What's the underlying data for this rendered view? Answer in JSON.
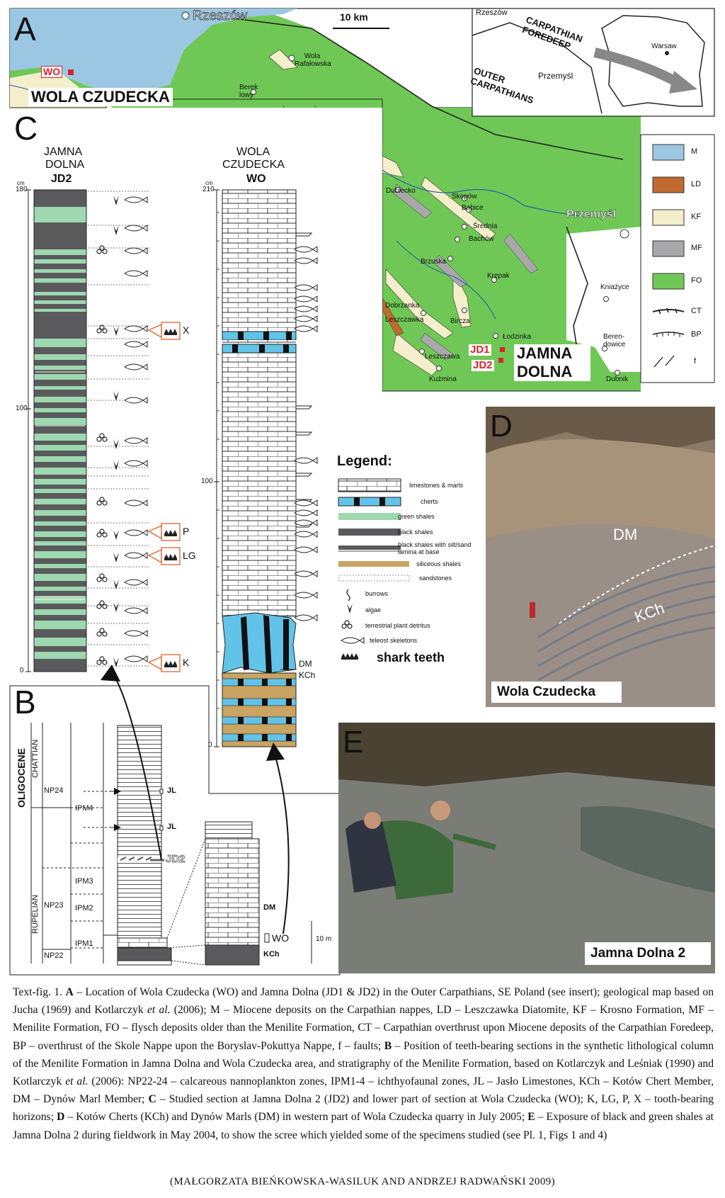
{
  "panels": {
    "a": "A",
    "b": "B",
    "c": "C",
    "d": "D",
    "e": "E"
  },
  "map": {
    "places": {
      "rzeszow": "Rzeszów",
      "wola_rafalowska": "Wola Rafałowska",
      "bereklowy": "Berek lowy",
      "dubiecko": "Dubiecko",
      "skopow": "Skopów",
      "babice": "Babice",
      "srednia": "Średnia",
      "bachow": "Bachów",
      "brzuska": "Brzuska",
      "krepak": "Krępak",
      "dobrzanka": "Dobrzanka",
      "leszczawka_top": "Leszczawka",
      "bircza": "Bircza",
      "lodzinka": "Łodzinka",
      "leszczawa": "Leszczawa",
      "kuzmina": "Kuźmina",
      "kniazyce": "Kniażyce",
      "berendowice": "Beren-dowice",
      "dubnik": "Dubnik",
      "przemysl": "Przemyśl"
    },
    "wo_tag": "WO",
    "wola_czudecka": "WOLA CZUDECKA",
    "jd1_tag": "JD1",
    "jd2_tag": "JD2",
    "jamna_dolna": "JAMNA DOLNA",
    "scale": "10 km",
    "colors": {
      "M": "#9cc7e2",
      "LD": "#c06a30",
      "KF": "#f4eecb",
      "MF": "#a8a8aa",
      "FO": "#6fc855"
    }
  },
  "insert": {
    "rzeszow": "Rzeszów",
    "foredeep": "CARPATHIAN FOREDEEP",
    "outer": "OUTER CARPATHIANS",
    "przemysl": "Przemyśl",
    "warsaw": "Warsaw"
  },
  "map_legend": [
    {
      "code": "M"
    },
    {
      "code": "LD"
    },
    {
      "code": "KF"
    },
    {
      "code": "MF"
    },
    {
      "code": "FO"
    },
    {
      "code": "CT"
    },
    {
      "code": "BP"
    },
    {
      "code": "f"
    }
  ],
  "jd2": {
    "title1": "JAMNA",
    "title2": "DOLNA",
    "title3": "JD2",
    "unit": "cm",
    "t180": "180",
    "t100": "100",
    "t0": "0",
    "horizons": [
      "X",
      "P",
      "LG",
      "K"
    ]
  },
  "wo": {
    "title1": "WOLA",
    "title2": "CZUDECKA",
    "title3": "WO",
    "unit": "cm",
    "t210": "210",
    "t100": "100",
    "t0": "0",
    "dm": "DM",
    "kch": "KCh"
  },
  "lith_legend": {
    "title": "Legend:",
    "items": [
      "limestones & marls",
      "cherts",
      "green shales",
      "black shales",
      "black shales with silt/sand lamina at base",
      "siliceous shales",
      "sandstones",
      "burrows",
      "algae",
      "terrestrial plant detritus",
      "teleost skeletons",
      "shark teeth"
    ]
  },
  "strat": {
    "oligocene": "OLIGOCENE",
    "chattian": "CHATTIAN",
    "rupelian": "RUPELIAN",
    "np24": "NP24",
    "np23": "NP23",
    "np22": "NP22",
    "ipm4": "IPM4",
    "ipm3": "IPM3",
    "ipm2": "IPM2",
    "ipm1": "IPM1",
    "jl": "JL",
    "jd2": "JD2",
    "dm": "DM",
    "wo": "WO",
    "kch": "KCh",
    "scale": "10 m"
  },
  "photos": {
    "d_caption": "Wola Czudecka",
    "d_dm": "DM",
    "d_kch": "KCh",
    "e_caption": "Jamna Dolna 2"
  },
  "caption": {
    "p1": "Text-fig. 1. ",
    "a": "A",
    "p2": " – Location of Wola Czudecka (WO) and Jamna Dolna (JD1 & JD2) in the Outer Carpathians, SE Poland (see insert); geological map based on Jucha (1969) and Kotlarczyk ",
    "etal1": "et al.",
    "p3": " (2006); M – Miocene deposits on the Carpathian nappes, LD – Leszczawka Diatomite, KF – Krosno Formation, MF – Menilite Formation, FO – flysch deposits older than the Menilite Formation, CT – Carpathian overthrust upon Miocene deposits of the Carpathian Foredeep, BP – overthrust of the Skole Nappe upon the Boryslav-Pokuttya Nappe, f – faults; ",
    "b": "B",
    "p4": " – Position of teeth-bearing sections in the synthetic lithological column of the Menilite Formation in Jamna Dolna and Wola Czudecka area, and stratigraphy of the Menilite Formation, based on Kotlarczyk and Leśniak (1990) and Kotlarczyk ",
    "etal2": "et al.",
    "p5": " (2006): NP22-24 – calcareous nannoplankton zones, IPM1-4 – ichthyofaunal zones, JL – Jasło Limestones, KCh – Kotów Chert Member, DM – Dynów Marl Member; ",
    "c": "C",
    "p6": " – Studied section at Jamna Dolna 2 (JD2) and lower part of section at Wola Czudecka (WO); K, LG, P, X – tooth-bearing horizons; ",
    "d": "D",
    "p7": " – Kotów Cherts (KCh) and Dynów Marls (DM) in western part of Wola Czudecka quarry in July 2005; ",
    "e": "E",
    "p8": " – Exposure of black and green shales at Jamna Dolna 2 during fieldwork in May 2004, to show the scree which yielded some of the specimens studied (see Pl. 1, Figs 1 and 4)"
  },
  "credit": "(MAŁGORZATA BIEŃKOWSKA-WASILUK AND ANDRZEJ RADWAŃSKI 2009)"
}
